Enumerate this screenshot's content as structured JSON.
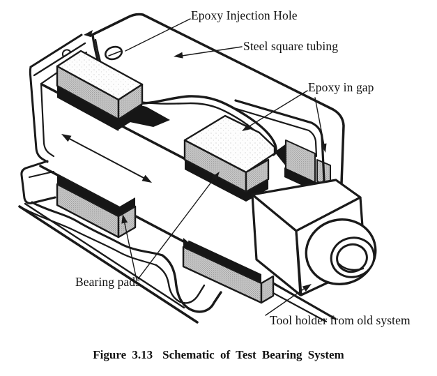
{
  "figure": {
    "labels": {
      "epoxy_injection_hole": "Epoxy Injection Hole",
      "steel_square_tubing": "Steel square tubing",
      "epoxy_in_gap": "Epoxy in gap",
      "bearing_pads": "Bearing pads",
      "tool_holder": "Tool holder from old system"
    },
    "caption": {
      "figure_number": "Figure 3.13",
      "title": "Schematic of Test Bearing System"
    },
    "colors": {
      "line": "#1a1a1a",
      "pad_gray": "#c9c9c9",
      "pad_top": "#fbfbfb",
      "epoxy_black": "#161616",
      "background": "#ffffff"
    }
  }
}
